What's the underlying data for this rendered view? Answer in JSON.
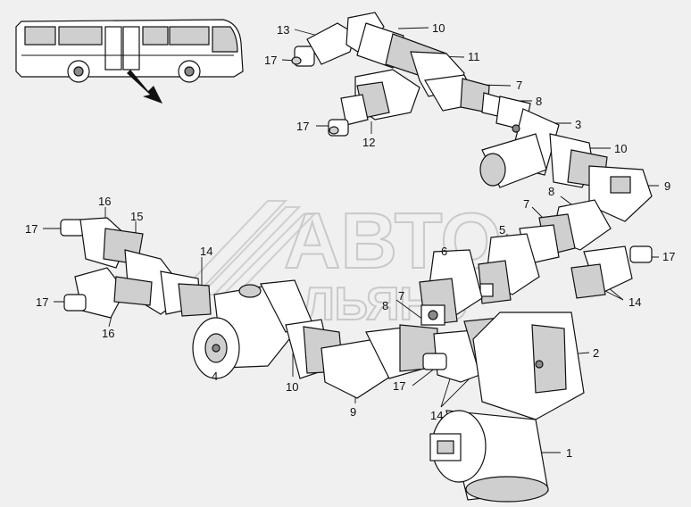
{
  "watermark": {
    "line1": "АВТО",
    "line2": "АЛЬЯНС"
  },
  "callouts": {
    "c1": "1",
    "c2": "2",
    "c3": "3",
    "c4": "4",
    "c5": "5",
    "c6": "6",
    "c7a": "7",
    "c7b": "7",
    "c7c": "7",
    "c8a": "8",
    "c8b": "8",
    "c8c": "8",
    "c9a": "9",
    "c9b": "9",
    "c10a": "10",
    "c10b": "10",
    "c10c": "10",
    "c11": "11",
    "c12": "12",
    "c13": "13",
    "c14a": "14",
    "c14b": "14",
    "c14c": "14",
    "c15": "15",
    "c16a": "16",
    "c16b": "16",
    "c17a": "17",
    "c17b": "17",
    "c17c": "17",
    "c17d": "17",
    "c17e": "17",
    "c17f": "17"
  }
}
